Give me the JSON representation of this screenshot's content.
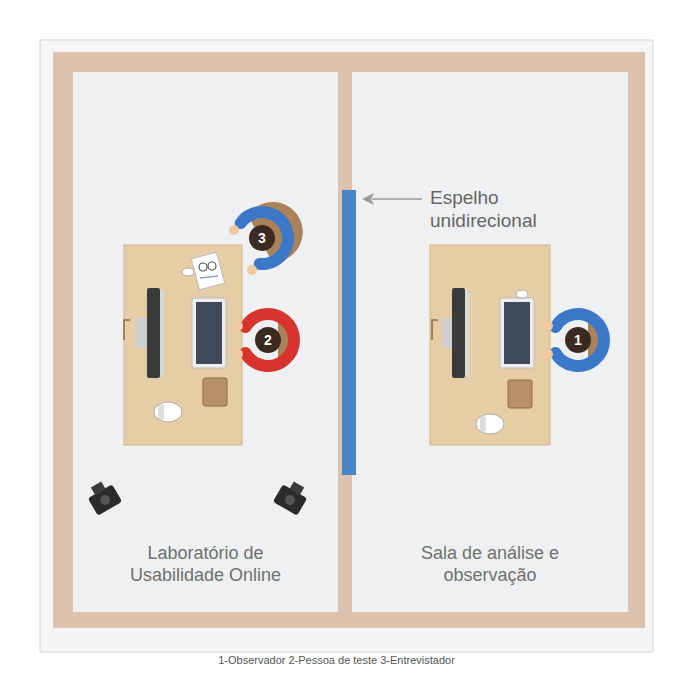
{
  "diagram": {
    "caption": "1-Observador 2-Pessoa de teste 3-Entrevistador",
    "nodes": [
      {
        "text": [
          "Laboratório de Usabilidade Online"
        ]
      },
      {
        "text": [
          "Sala de análise e observação"
        ]
      }
    ],
    "labels": [
      "Espelho unidirecional",
      "3",
      "2",
      "1"
    ]
  }
}
